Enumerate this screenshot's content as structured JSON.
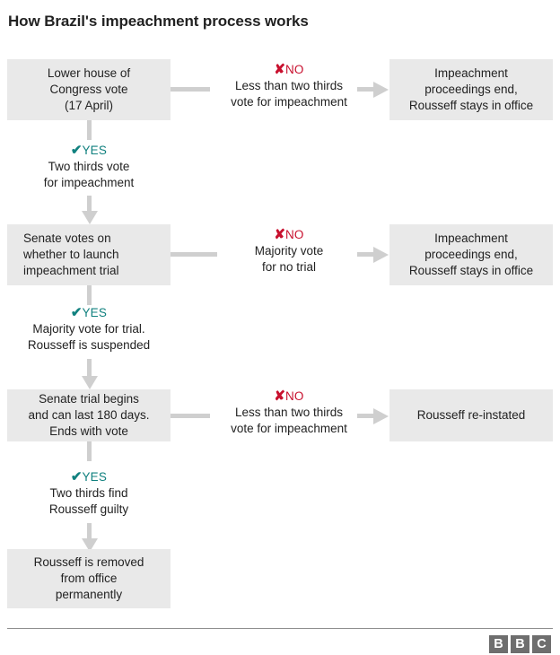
{
  "title": "How Brazil's impeachment process works",
  "colors": {
    "box_fill": "#e9e9e9",
    "connector": "#cfcfcf",
    "no_accent": "#c8102e",
    "yes_accent": "#11817f",
    "text": "#222222",
    "bbc_grey": "#6e6e6e"
  },
  "nodes": {
    "lower_house": "Lower house of\nCongress vote\n(17 April)",
    "end_1": "Impeachment\nproceedings end,\nRousseff stays in office",
    "senate_launch": "Senate votes on\nwhether to launch\nimpeachment trial",
    "end_2": "Impeachment\nproceedings end,\nRousseff stays in office",
    "senate_trial": "Senate trial begins\nand can last 180 days.\nEnds with vote",
    "reinstated": "Rousseff re-instated",
    "removed": "Rousseff is removed\nfrom office\npermanently"
  },
  "branches": {
    "no_1": {
      "mark": "✘",
      "word": "NO",
      "body": "Less than two thirds\nvote for impeachment"
    },
    "yes_1": {
      "mark": "✔",
      "word": "YES",
      "body": "Two thirds vote\nfor impeachment"
    },
    "no_2": {
      "mark": "✘",
      "word": "NO",
      "body": "Majority vote\nfor no trial"
    },
    "yes_2": {
      "mark": "✔",
      "word": "YES",
      "body": "Majority vote for trial.\nRousseff is suspended"
    },
    "no_3": {
      "mark": "✘",
      "word": "NO",
      "body": "Less than two thirds\nvote for impeachment"
    },
    "yes_3": {
      "mark": "✔",
      "word": "YES",
      "body": "Two thirds find\nRousseff guilty"
    }
  },
  "footer": {
    "logo_letters": [
      "B",
      "B",
      "C"
    ]
  }
}
